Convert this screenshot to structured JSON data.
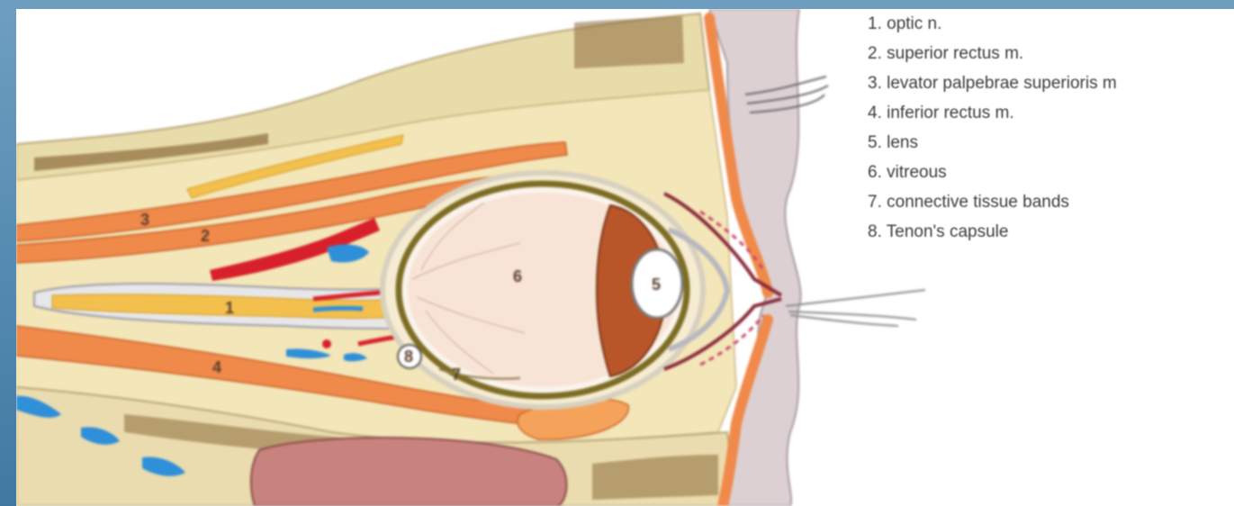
{
  "legend": [
    {
      "number": "1",
      "text": "1. optic n."
    },
    {
      "number": "2",
      "text": "2. superior rectus m."
    },
    {
      "number": "3",
      "text": "3. levator palpebrae superioris m"
    },
    {
      "number": "4",
      "text": "4. inferior rectus m."
    },
    {
      "number": "5",
      "text": "5. lens"
    },
    {
      "number": "6",
      "text": "6. vitreous"
    },
    {
      "number": "7",
      "text": "7. connective tissue bands"
    },
    {
      "number": "8",
      "text": "8. Tenon's capsule"
    }
  ],
  "colors": {
    "frame_blue": "#4f86ad",
    "fat_tissue": "#f2e3b6",
    "bone": "#e8d9a8",
    "bone_marrow": "#8a6a3a",
    "muscle": "#f08a4b",
    "nerve": "#f3c04e",
    "artery": "#d8202a",
    "vein": "#2f8fd8",
    "sclera_ring": "#8a7a2a",
    "iris": "#b8562a",
    "skin": "#d9cbcf"
  }
}
